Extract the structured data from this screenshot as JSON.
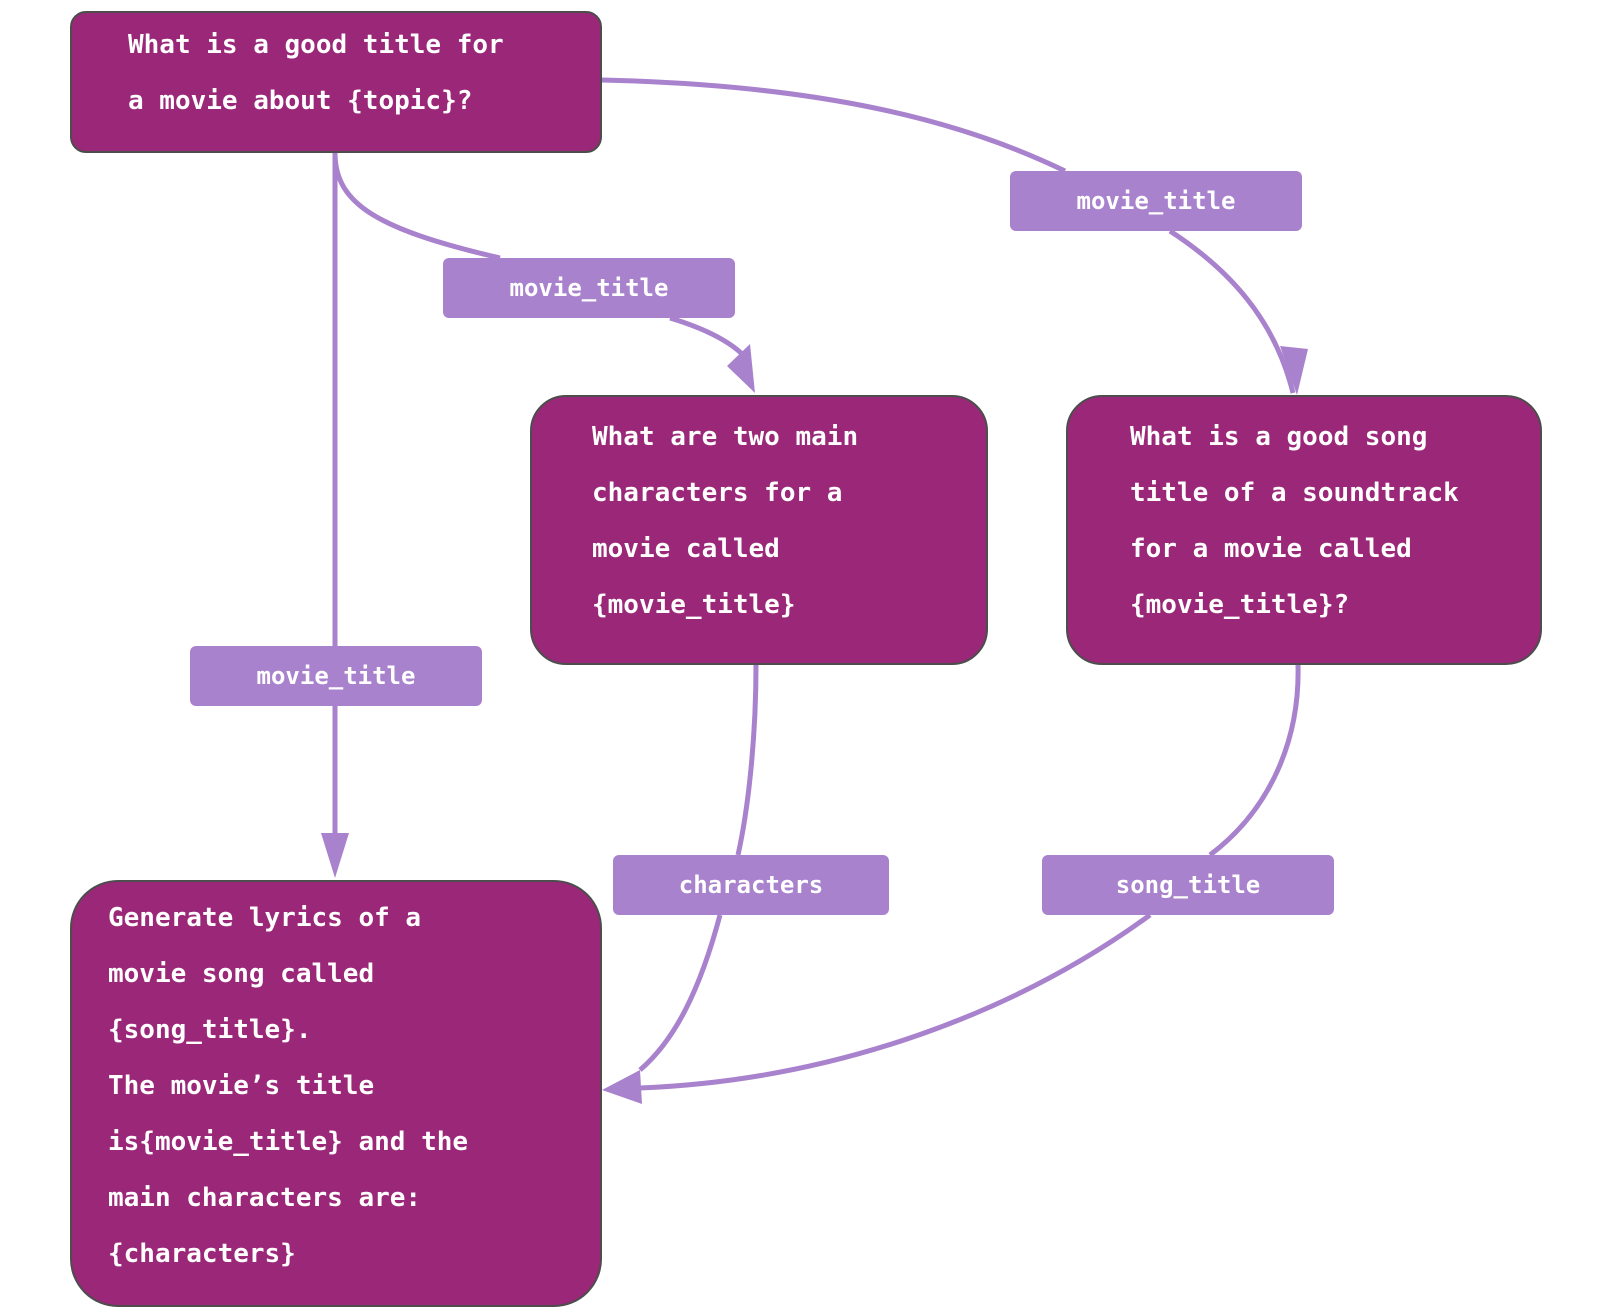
{
  "colors": {
    "node_fill": "#9b2778",
    "node_border": "#4d4d4d",
    "edge": "#a982cd",
    "label_fill": "#a982cd",
    "text": "#ffffff"
  },
  "nodes": {
    "movie_title_prompt": {
      "lines": [
        "What is a good title for",
        "a movie about {topic}?"
      ]
    },
    "characters_prompt": {
      "lines": [
        "What are two main",
        "characters for a",
        "movie called",
        "{movie_title}"
      ]
    },
    "song_title_prompt": {
      "lines": [
        "What is a good song",
        "title of a soundtrack",
        "for a movie called",
        "{movie_title}?"
      ]
    },
    "lyrics_prompt": {
      "lines": [
        "Generate lyrics of a",
        "movie song called",
        "{song_title}.",
        "The movie’s title",
        "is{movie_title} and the",
        "main characters are:",
        "{characters}"
      ]
    }
  },
  "edges": [
    {
      "from": "movie_title_prompt",
      "to": "song_title_prompt",
      "label": "movie_title"
    },
    {
      "from": "movie_title_prompt",
      "to": "characters_prompt",
      "label": "movie_title"
    },
    {
      "from": "movie_title_prompt",
      "to": "lyrics_prompt",
      "label": "movie_title"
    },
    {
      "from": "characters_prompt",
      "to": "lyrics_prompt",
      "label": "characters"
    },
    {
      "from": "song_title_prompt",
      "to": "lyrics_prompt",
      "label": "song_title"
    }
  ]
}
